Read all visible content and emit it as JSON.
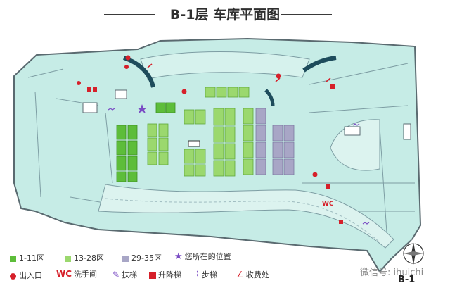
{
  "title": "B-1层 车库平面图",
  "floor_label": "B-1",
  "compass_label": "N",
  "watermark": "微信号: ihuichi",
  "legend": [
    {
      "key": "zone1",
      "label": "1-11区",
      "color": "#5dbd3a"
    },
    {
      "key": "zone2",
      "label": "13-28区",
      "color": "#9bd86e"
    },
    {
      "key": "zone3",
      "label": "29-35区",
      "color": "#a8a6c6"
    },
    {
      "key": "you",
      "label": "您所在的位置",
      "color": "#7a4cc4"
    },
    {
      "key": "exit",
      "label": "出入口",
      "color": "#d6202a"
    },
    {
      "key": "wc",
      "label": "洗手间",
      "symbol": "WC"
    },
    {
      "key": "escalator",
      "label": "扶梯"
    },
    {
      "key": "lift",
      "label": "升降梯"
    },
    {
      "key": "stairs",
      "label": "步梯"
    },
    {
      "key": "toll",
      "label": "收费处"
    }
  ],
  "map_labels": {
    "wc_label": "WC"
  },
  "colors": {
    "floor": "#c6ece6",
    "wall": "#5a6a70",
    "road": "#dcf3ef",
    "zone1": "#5dbd3a",
    "zone2": "#9bd86e",
    "zone3": "#a8a6c6",
    "red": "#d6202a",
    "ramp": "#1e4c5c"
  }
}
